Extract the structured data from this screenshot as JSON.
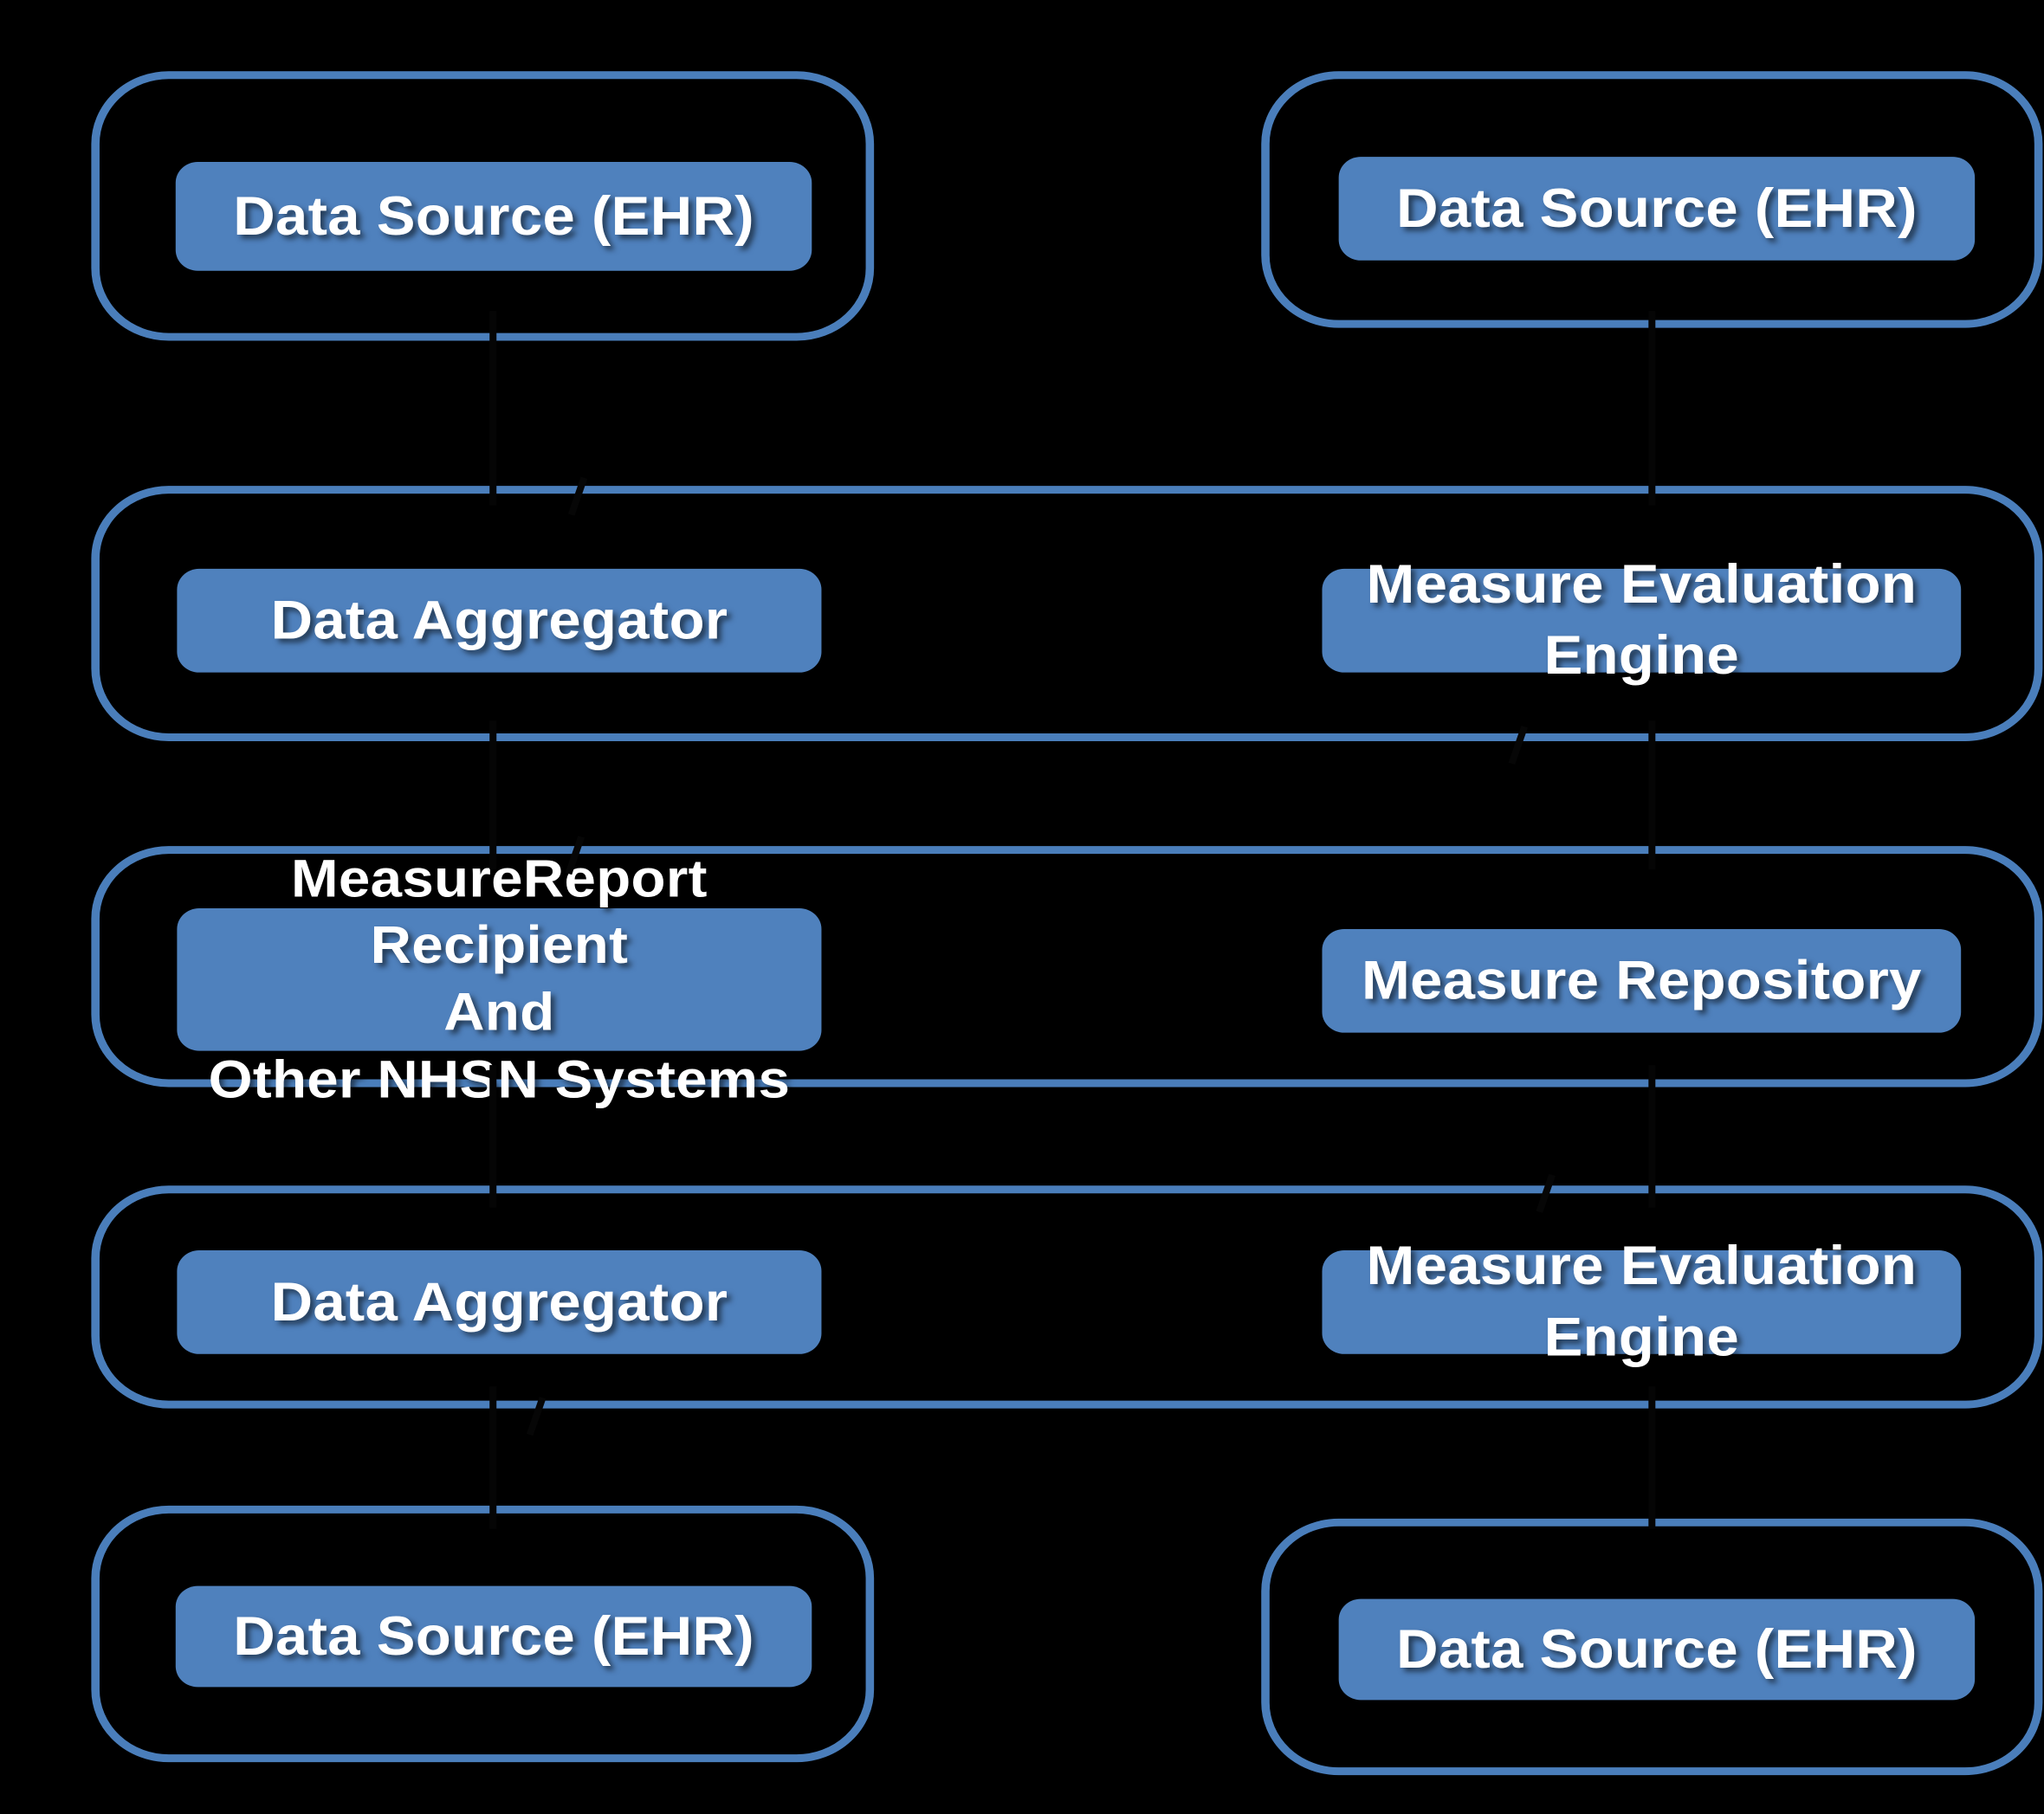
{
  "diagram": {
    "title": "NHSN Measure Reporting Layered Architecture",
    "type": "layered-block-diagram",
    "background_color": "#000000",
    "container_border_color": "#4A7EBB",
    "node_fill_color": "#4F81BD",
    "node_text_color": "#FFFFFF",
    "rows": [
      {
        "id": "row-1",
        "layout": "two-separate-containers",
        "containers": [
          {
            "id": "r1-left",
            "nodes": [
              {
                "id": "r1-left-node",
                "label": "Data Source (EHR)"
              }
            ]
          },
          {
            "id": "r1-right",
            "nodes": [
              {
                "id": "r1-right-node",
                "label": "Data Source (EHR)"
              }
            ]
          }
        ]
      },
      {
        "id": "row-2",
        "layout": "single-wide-container",
        "containers": [
          {
            "id": "r2-wide",
            "nodes": [
              {
                "id": "r2-node-left",
                "label": "Data Aggregator"
              },
              {
                "id": "r2-node-right",
                "label": "Measure Evaluation Engine"
              }
            ]
          }
        ]
      },
      {
        "id": "row-3",
        "layout": "single-wide-container",
        "containers": [
          {
            "id": "r3-wide",
            "nodes": [
              {
                "id": "r3-node-left",
                "label": "MeasureReport Recipient\nAnd\nOther NHSN Systems"
              },
              {
                "id": "r3-node-right",
                "label": "Measure Repository"
              }
            ]
          }
        ]
      },
      {
        "id": "row-4",
        "layout": "single-wide-container",
        "containers": [
          {
            "id": "r4-wide",
            "nodes": [
              {
                "id": "r4-node-left",
                "label": "Data Aggregator"
              },
              {
                "id": "r4-node-right",
                "label": "Measure Evaluation Engine"
              }
            ]
          }
        ]
      },
      {
        "id": "row-5",
        "layout": "two-separate-containers",
        "containers": [
          {
            "id": "r5-left",
            "nodes": [
              {
                "id": "r5-left-node",
                "label": "Data Source (EHR)"
              }
            ]
          },
          {
            "id": "r5-right",
            "nodes": [
              {
                "id": "r5-right-node",
                "label": "Data Source (EHR)"
              }
            ]
          }
        ]
      }
    ]
  }
}
